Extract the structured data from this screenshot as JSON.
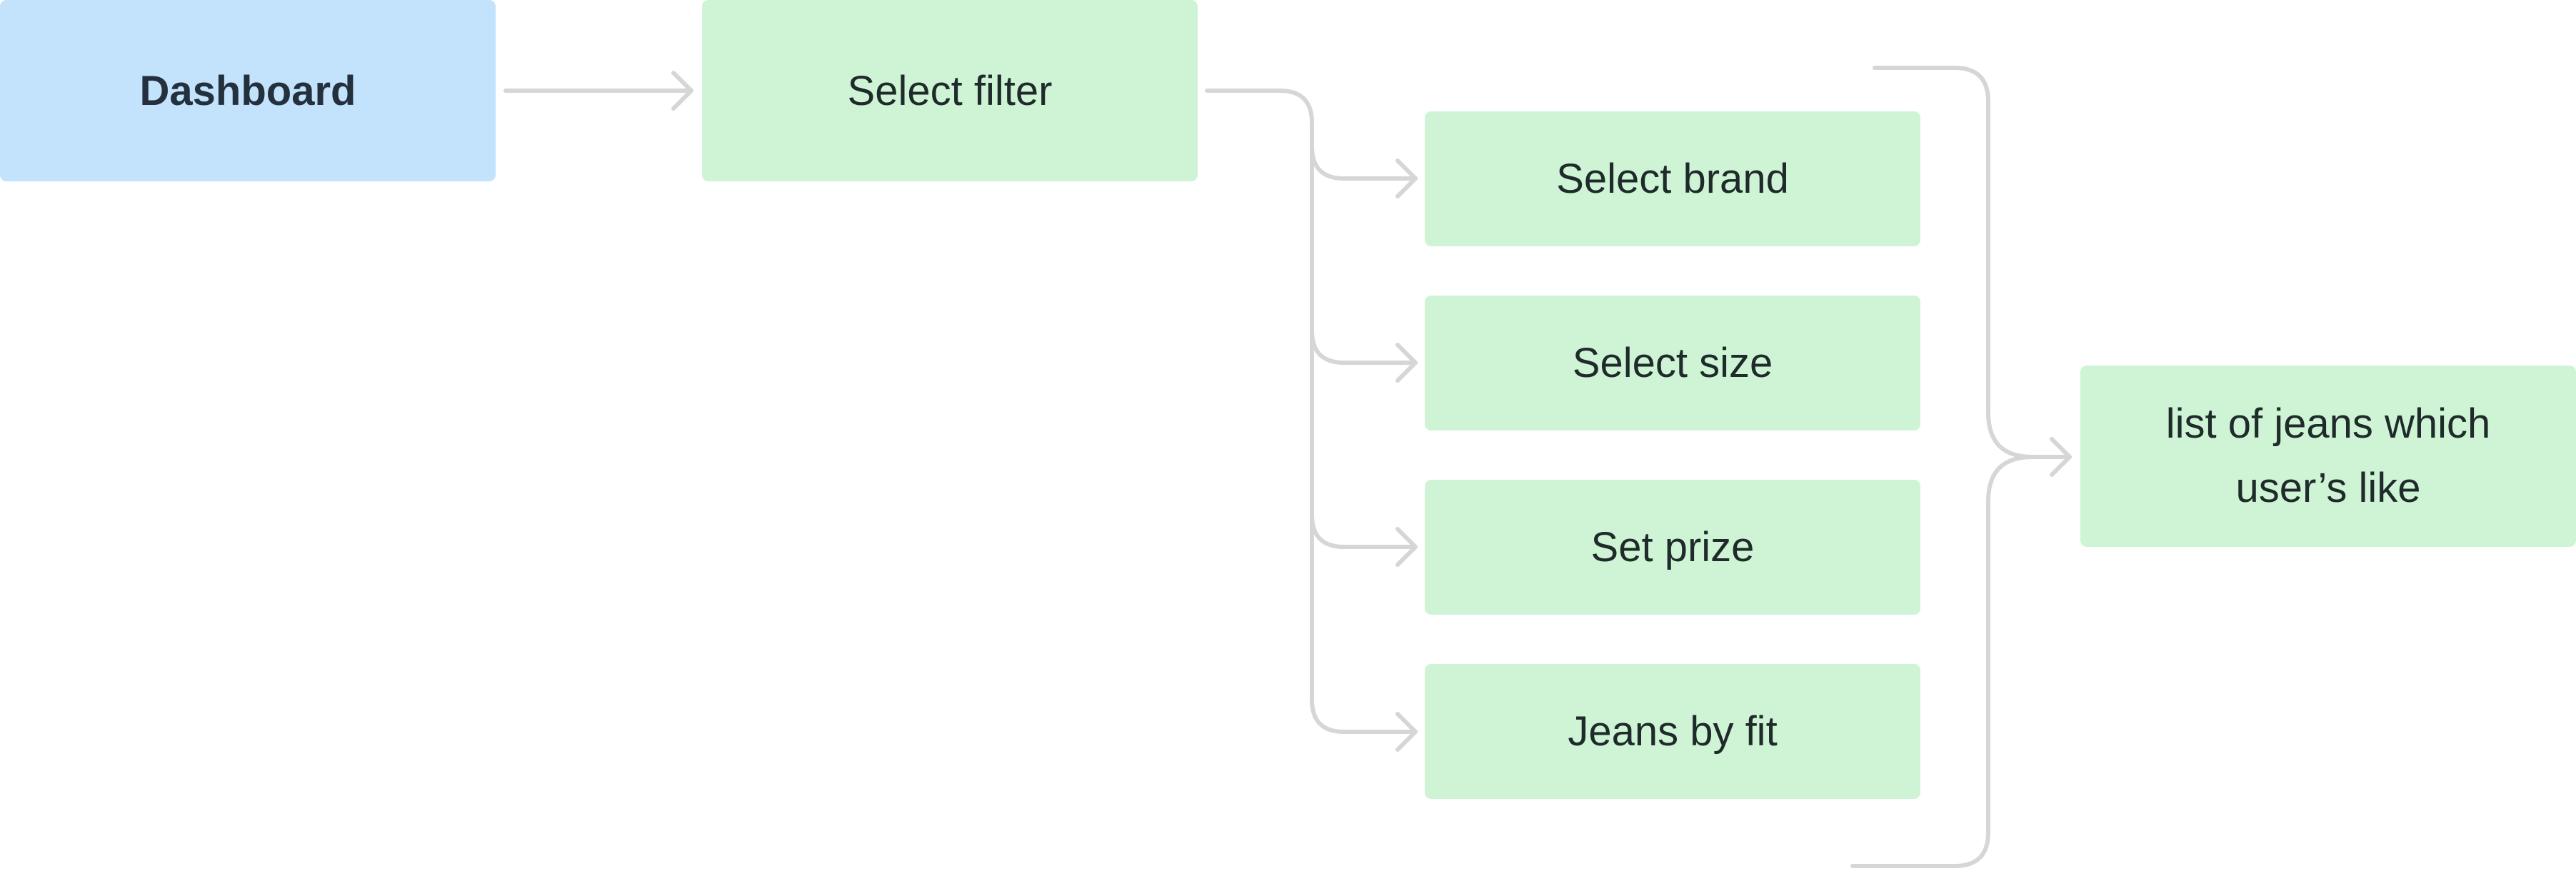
{
  "diagram": {
    "nodes": {
      "dashboard": {
        "label": "Dashboard"
      },
      "select_filter": {
        "label": "Select filter"
      },
      "select_brand": {
        "label": "Select brand"
      },
      "select_size": {
        "label": "Select size"
      },
      "set_prize": {
        "label": "Set prize"
      },
      "jeans_by_fit": {
        "label": "Jeans by fit"
      },
      "result": {
        "label_line1": "list of jeans which",
        "label_line2": "user’s like"
      }
    },
    "edges": [
      {
        "from": "dashboard",
        "to": "select_filter"
      },
      {
        "from": "select_filter",
        "to": "select_brand"
      },
      {
        "from": "select_filter",
        "to": "select_size"
      },
      {
        "from": "select_filter",
        "to": "set_prize"
      },
      {
        "from": "select_filter",
        "to": "jeans_by_fit"
      },
      {
        "from": "select_brand",
        "to": "result"
      },
      {
        "from": "select_size",
        "to": "result"
      },
      {
        "from": "set_prize",
        "to": "result"
      },
      {
        "from": "jeans_by_fit",
        "to": "result"
      }
    ],
    "colors": {
      "start_node": "#c2e3fb",
      "step_node": "#cef4d5",
      "connector": "#d6d6d6",
      "text": "#1f2a2a"
    }
  }
}
